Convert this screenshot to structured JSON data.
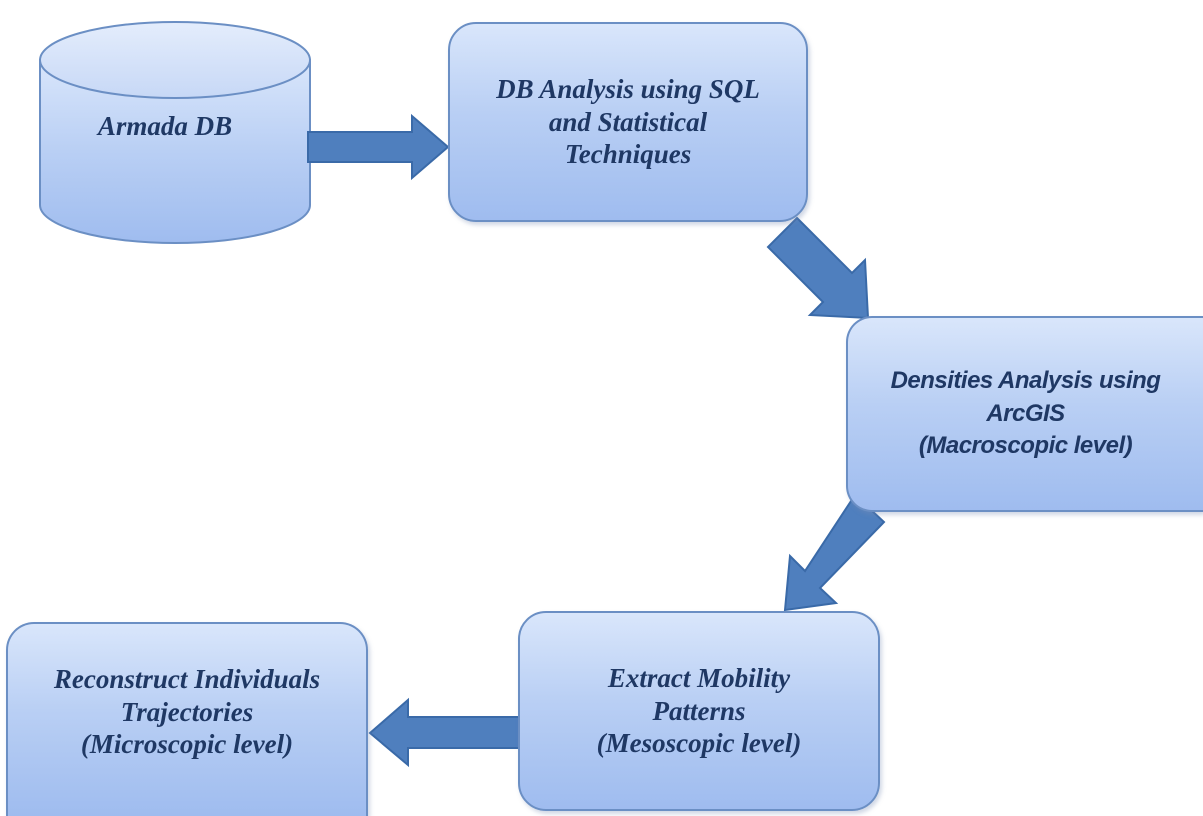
{
  "nodes": {
    "armada_db": {
      "label": "Armada DB"
    },
    "db_analysis": {
      "label": "DB Analysis using SQL\nand Statistical\nTechniques"
    },
    "densities": {
      "label": "Densities Analysis using\nArcGIS\n(Macroscopic level)"
    },
    "mobility": {
      "label": "Extract Mobility\nPatterns\n(Mesoscopic level)"
    },
    "trajectories": {
      "label": "Reconstruct Individuals\nTrajectories\n(Microscopic level)"
    }
  },
  "colors": {
    "node_fill_top": "#d9e6fb",
    "node_fill_bottom": "#9fbcef",
    "node_border": "#6b8fc4",
    "arrow_fill": "#4f7fbe",
    "arrow_stroke": "#3a6aa8",
    "text": "#1f3864"
  }
}
